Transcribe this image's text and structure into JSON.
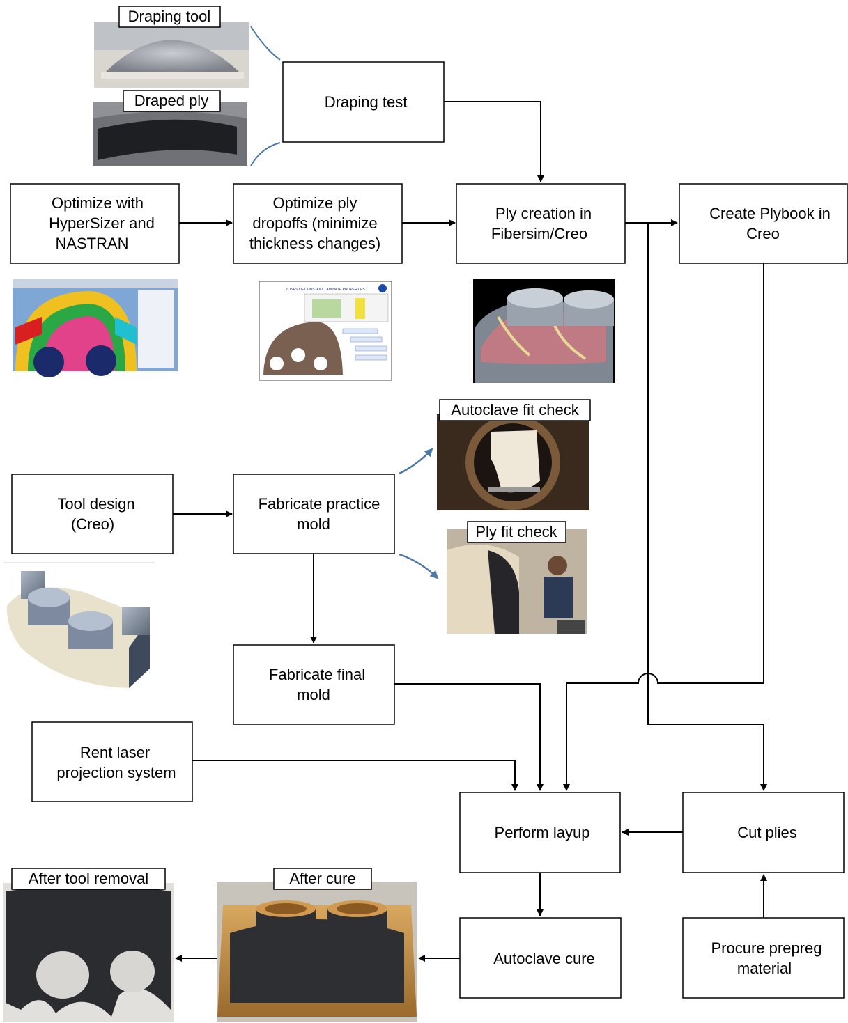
{
  "boxes": {
    "draping_test": "Draping test",
    "optimize_hypersizer": [
      "Optimize with",
      "HyperSizer and",
      "NASTRAN"
    ],
    "optimize_ply": [
      "Optimize ply",
      "dropoffs (minimize",
      "thickness changes)"
    ],
    "ply_creation": [
      "Ply creation in",
      "Fibersim/Creo"
    ],
    "create_plybook": [
      "Create Plybook in",
      "Creo"
    ],
    "tool_design": [
      "Tool design",
      "(Creo)"
    ],
    "fabricate_practice": [
      "Fabricate practice",
      "mold"
    ],
    "fabricate_final": [
      "Fabricate final",
      "mold"
    ],
    "rent_laser": [
      "Rent laser",
      "projection system"
    ],
    "perform_layup": "Perform layup",
    "cut_plies": "Cut plies",
    "autoclave_cure": "Autoclave cure",
    "procure_prepreg": [
      "Procure prepreg",
      "material"
    ]
  },
  "photo_labels": {
    "draping_tool": "Draping tool",
    "draped_ply": "Draped ply",
    "autoclave_fit": "Autoclave fit check",
    "ply_fit": "Ply fit check",
    "after_tool_removal": "After tool removal",
    "after_cure": "After cure"
  },
  "screenshot_text": {
    "zones_title": "ZONES OF CONSTANT LAMINATE PROPERTIES"
  },
  "colors": {
    "box_stroke": "#000000",
    "arrow": "#000000",
    "curved_arrow": "#4a78a8"
  }
}
